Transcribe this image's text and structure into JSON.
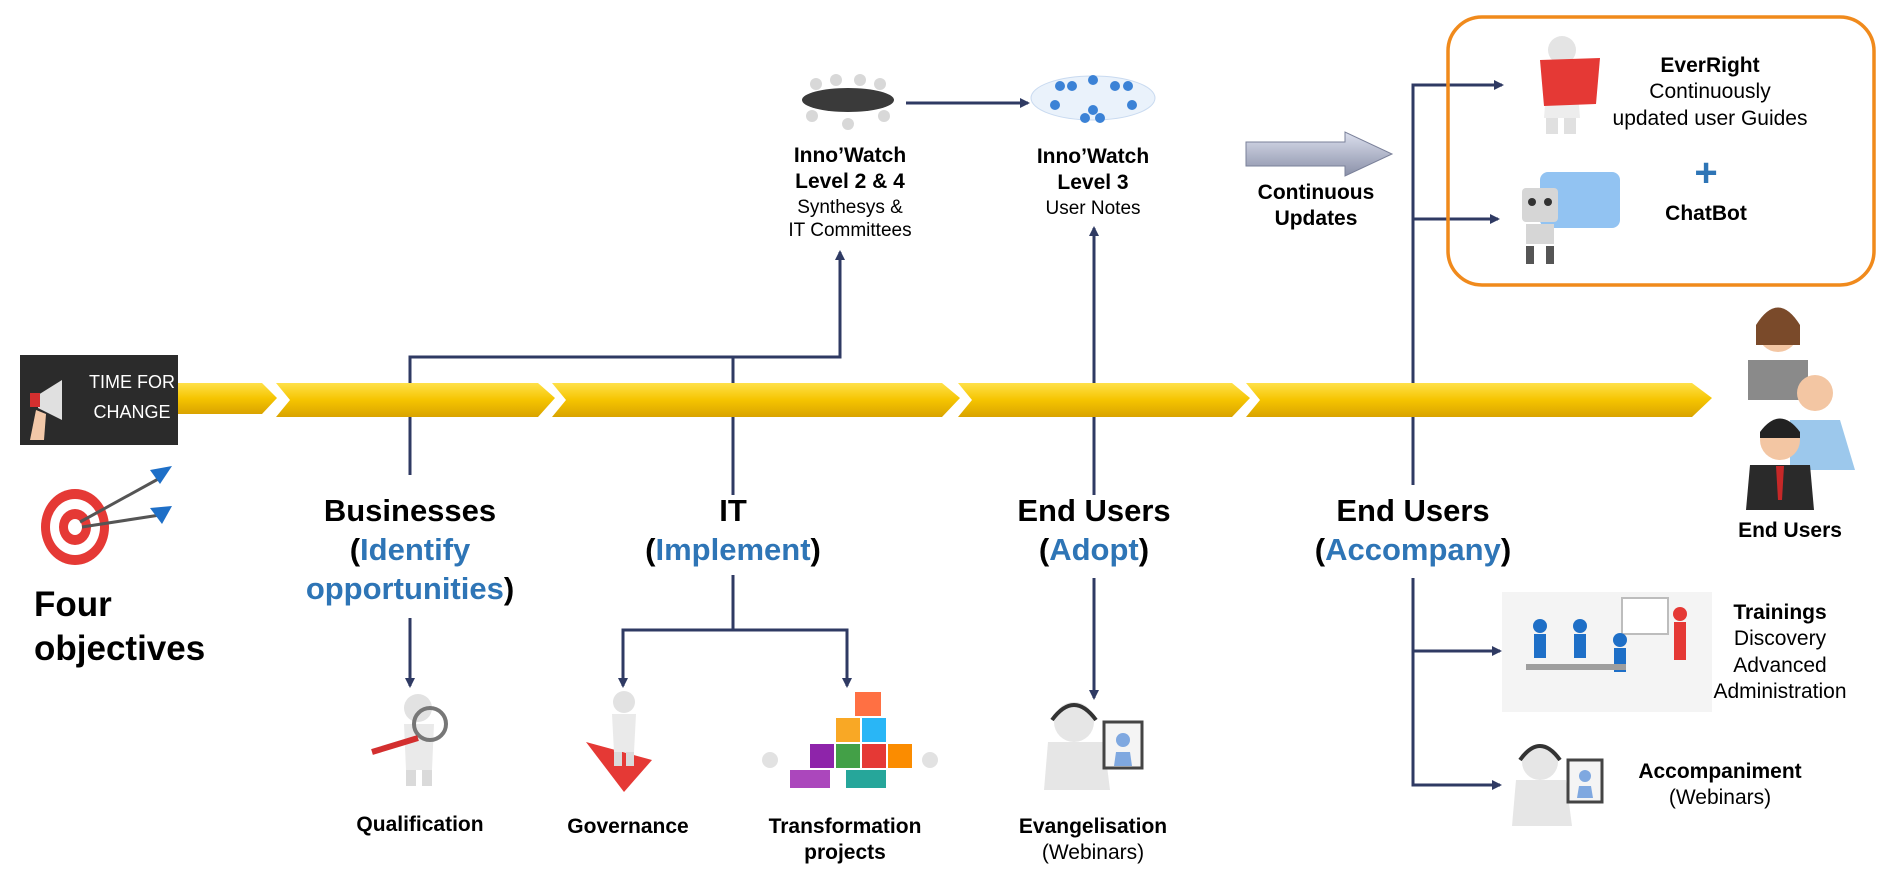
{
  "colors": {
    "arrow": "#F5C400",
    "line": "#2F3A63",
    "accent_blue": "#2E75B6",
    "highlight_box": "#F08A1C",
    "plus": "#2E75B6"
  },
  "start_badge": {
    "line1": "TIME FOR",
    "line2": "CHANGE"
  },
  "objectives_title": {
    "line1": "Four",
    "line2": "objectives"
  },
  "businesses": {
    "title": "Businesses",
    "paren_open": "(",
    "accent": "Identify",
    "accent2": "opportunities",
    "paren_close": ")"
  },
  "it": {
    "title": "IT",
    "paren_open": "(",
    "accent": "Implement",
    "paren_close": ")"
  },
  "adopt": {
    "title": "End Users",
    "paren_open": "(",
    "accent": "Adopt",
    "paren_close": ")"
  },
  "accompany": {
    "title": "End Users",
    "paren_open": "(",
    "accent": "Accompany",
    "paren_close": ")"
  },
  "innowatch_24": {
    "line1": "Inno’Watch",
    "line2": "Level 2 & 4",
    "line3": "Synthesys &",
    "line4": "IT Committees"
  },
  "innowatch_3": {
    "line1": "Inno’Watch",
    "line2": "Level 3",
    "line3": "User Notes"
  },
  "continuous_updates": {
    "line1": "Continuous",
    "line2": "Updates"
  },
  "everright": {
    "line1": "EverRight",
    "line2": "Continuously",
    "line3": "updated user Guides"
  },
  "plus_sign": "+",
  "chatbot": "ChatBot",
  "end_users_people": "End Users",
  "qualification": "Qualification",
  "governance": "Governance",
  "transformation": {
    "line1": "Transformation",
    "line2": "projects"
  },
  "evangelisation": {
    "line1": "Evangelisation",
    "line2": "(Webinars)"
  },
  "trainings": {
    "line1": "Trainings",
    "line2": "Discovery",
    "line3": "Advanced",
    "line4": "Administration"
  },
  "accompaniment": {
    "line1": "Accompaniment",
    "line2": "(Webinars)"
  },
  "icons": [
    "megaphone-icon",
    "target-icon",
    "meeting-table-icon",
    "user-network-icon",
    "reading-figure-icon",
    "robot-chatbot-icon",
    "people-group-icon",
    "magnifier-figure-icon",
    "governance-figure-icon",
    "puzzle-team-icon",
    "headset-figure-icon",
    "training-class-icon"
  ]
}
